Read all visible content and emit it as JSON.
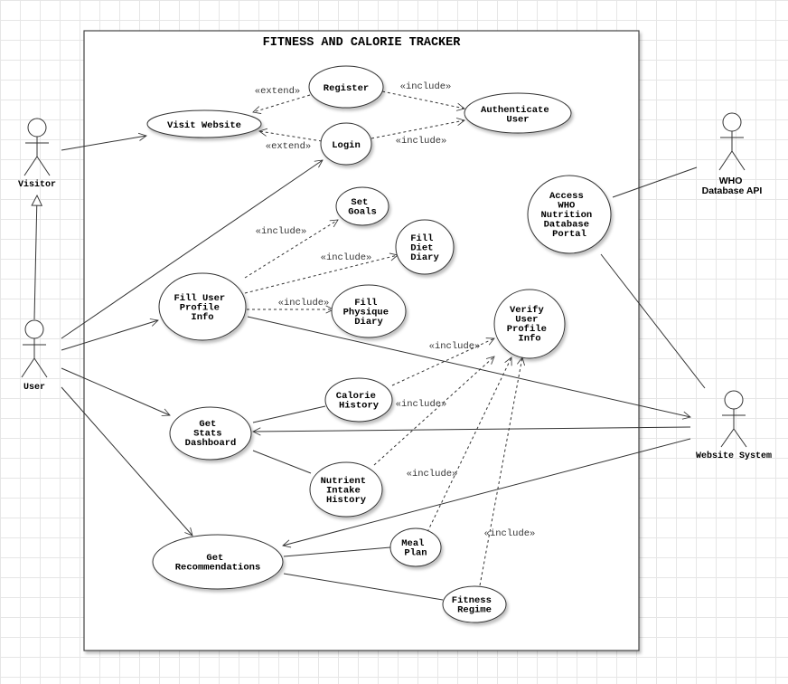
{
  "title": "FITNESS AND CALORIE TRACKER",
  "actors": {
    "visitor": "Visitor",
    "user": "User",
    "who": [
      "WHO",
      "Database API"
    ],
    "website": "Website System"
  },
  "use_cases": {
    "visit_website": [
      "Visit Website"
    ],
    "register": [
      "Register"
    ],
    "login": [
      "Login"
    ],
    "authenticate_user": [
      "Authenticate",
      "User"
    ],
    "access_who": [
      "Access",
      "WHO",
      "Nutrition",
      "Database",
      "Portal"
    ],
    "set_goals": [
      "Set",
      "Goals"
    ],
    "fill_diet_diary": [
      "Fill",
      "Diet",
      "Diary"
    ],
    "fill_user_profile": [
      "Fill User",
      "Profile",
      "Info"
    ],
    "fill_physique_diary": [
      "Fill",
      "Physique",
      "Diary"
    ],
    "verify_profile": [
      "Verify",
      "User",
      "Profile",
      "Info"
    ],
    "calorie_history": [
      "Calorie",
      "History"
    ],
    "stats_dashboard": [
      "Get",
      "Stats",
      "Dashboard"
    ],
    "nutrient_history": [
      "Nutrient",
      "Intake",
      "History"
    ],
    "recommendations": [
      "Get",
      "Recommendations"
    ],
    "meal_plan": [
      "Meal",
      "Plan"
    ],
    "fitness_regime": [
      "Fitness",
      "Regime"
    ]
  },
  "relations": {
    "extend_register": "«extend»",
    "extend_login": "«extend»",
    "include_register": "«include»",
    "include_login": "«include»",
    "include_goals": "«include»",
    "include_diet": "«include»",
    "include_physique": "«include»",
    "include_calorie": "«include»",
    "include_nutrient": "«include»",
    "include_meal": "«include»",
    "include_fitness": "«include»"
  }
}
